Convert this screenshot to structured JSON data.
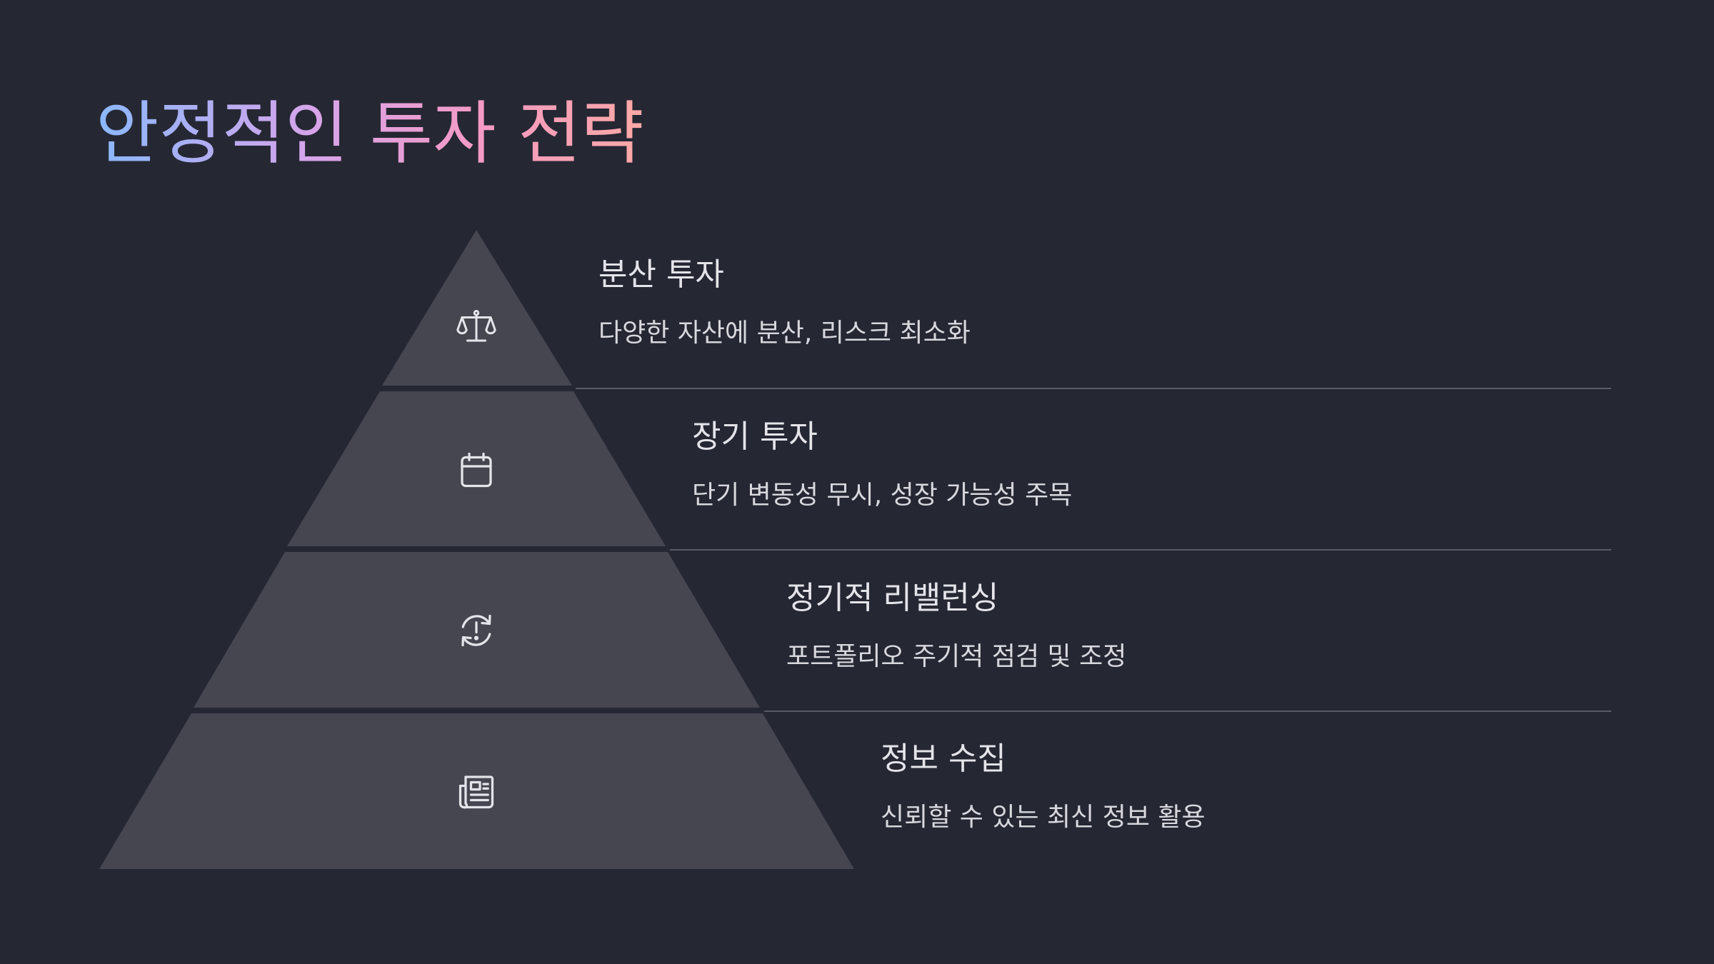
{
  "slide": {
    "title": "안정적인 투자 전략",
    "levels": [
      {
        "title": "분산 투자",
        "description": "다양한 자산에 분산, 리스크 최소화",
        "icon": "scale-icon"
      },
      {
        "title": "장기 투자",
        "description": "단기 변동성 무시, 성장 가능성 주목",
        "icon": "calendar-icon"
      },
      {
        "title": "정기적 리밸런싱",
        "description": "포트폴리오 주기적 점검 및 조정",
        "icon": "refresh-alert-icon"
      },
      {
        "title": "정보 수집",
        "description": "신뢰할 수 있는 최신 정보 활용",
        "icon": "newspaper-icon"
      }
    ]
  },
  "colors": {
    "background": "#252733",
    "pyramid_fill": "#454650",
    "divider": "#595b68",
    "title_gradient": [
      "#8ab8fb",
      "#d7a4ea",
      "#f59ac4",
      "#fca8a6"
    ],
    "text_primary": "#e4e4ea",
    "text_secondary": "#d8d8de"
  }
}
